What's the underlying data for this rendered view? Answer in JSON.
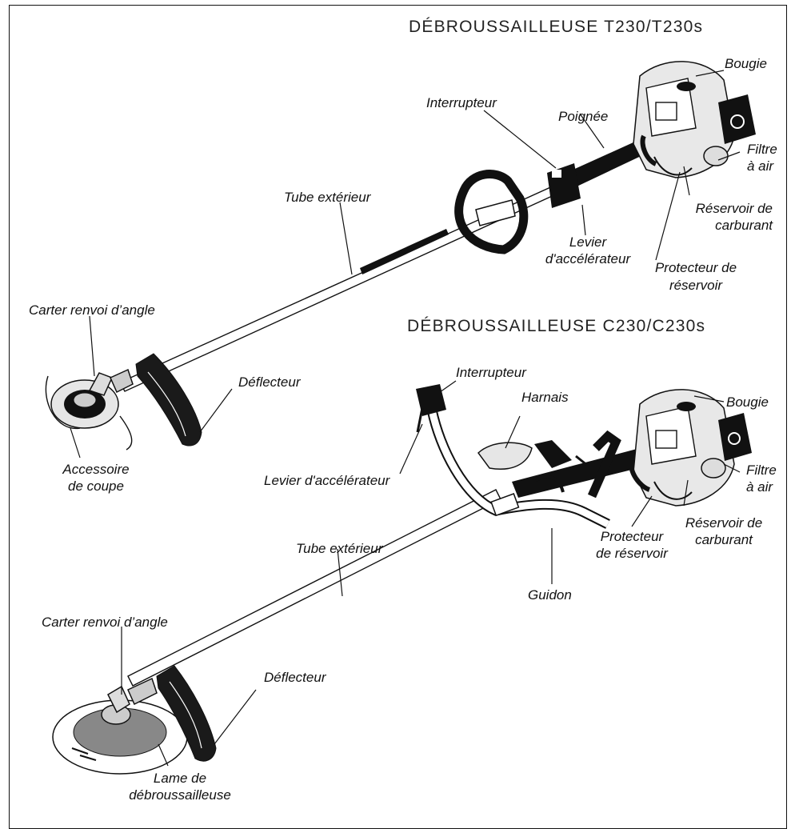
{
  "top": {
    "title": "DÉBROUSSAILLEUSE T230/T230s",
    "labels": {
      "bougie": "Bougie",
      "interrupteur": "Interrupteur",
      "poignee": "Poignée",
      "filtre_l1": "Filtre",
      "filtre_l2": "à air",
      "tube": "Tube extérieur",
      "reservoir_l1": "Réservoir de",
      "reservoir_l2": "carburant",
      "levier_l1": "Levier",
      "levier_l2": "d'accélérateur",
      "protecteur_l1": "Protecteur de",
      "protecteur_l2": "réservoir",
      "carter": "Carter renvoi d’angle",
      "deflecteur": "Déflecteur",
      "accessoire_l1": "Accessoire",
      "accessoire_l2": "de coupe"
    }
  },
  "bottom": {
    "title": "DÉBROUSSAILLEUSE C230/C230s",
    "labels": {
      "interrupteur": "Interrupteur",
      "harnais": "Harnais",
      "bougie": "Bougie",
      "filtre_l1": "Filtre",
      "filtre_l2": "à air",
      "levier": "Levier d'accélérateur",
      "reservoir_l1": "Réservoir de",
      "reservoir_l2": "carburant",
      "protecteur_l1": "Protecteur",
      "protecteur_l2": "de réservoir",
      "tube": "Tube extérieur",
      "guidon": "Guidon",
      "carter": "Carter renvoi d’angle",
      "deflecteur": "Déflecteur",
      "lame_l1": "Lame de",
      "lame_l2": "débroussailleuse"
    }
  }
}
